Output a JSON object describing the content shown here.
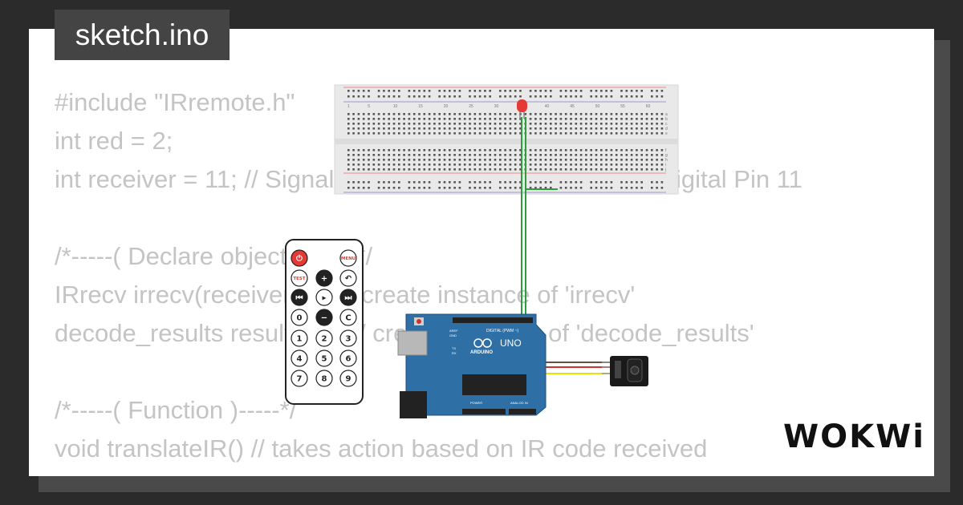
{
  "file_tab": {
    "title": "sketch.ino"
  },
  "brand": {
    "name": "WOKWi"
  },
  "code_lines": [
    "#include \"IRremote.h\"",
    "int red = 2;",
    "int receiver = 11; // Signal Pin of IR receiver to Arduino Digital Pin 11",
    "",
    "/*-----( Declare objects )-----*/",
    "IRrecv irrecv(receiver);     // create instance of 'irrecv'",
    "decode_results results;      // create instance of 'decode_results'",
    "",
    "/*-----( Function )-----*/",
    "void translateIR() // takes action based on IR code received"
  ],
  "remote": {
    "buttons": [
      {
        "label": "⏻",
        "color": "#e53935",
        "text_color": "#ffffff"
      },
      {
        "label": "MENU",
        "color": "#ffffff",
        "text_color": "#e53935"
      },
      {
        "label": "TEST",
        "color": "#ffffff",
        "text_color": "#e53935"
      },
      {
        "label": "+",
        "color": "#222222",
        "text_color": "#ffffff"
      },
      {
        "label": "↶",
        "color": "#ffffff",
        "text_color": "#222222"
      },
      {
        "label": "⏮",
        "color": "#222222",
        "text_color": "#ffffff"
      },
      {
        "label": "▸",
        "color": "#ffffff",
        "text_color": "#222222"
      },
      {
        "label": "⏭",
        "color": "#222222",
        "text_color": "#ffffff"
      },
      {
        "label": "0",
        "color": "#ffffff",
        "text_color": "#222222"
      },
      {
        "label": "−",
        "color": "#222222",
        "text_color": "#ffffff"
      },
      {
        "label": "C",
        "color": "#ffffff",
        "text_color": "#222222"
      },
      {
        "label": "1",
        "color": "#ffffff",
        "text_color": "#222222"
      },
      {
        "label": "2",
        "color": "#ffffff",
        "text_color": "#222222"
      },
      {
        "label": "3",
        "color": "#ffffff",
        "text_color": "#222222"
      },
      {
        "label": "4",
        "color": "#ffffff",
        "text_color": "#222222"
      },
      {
        "label": "5",
        "color": "#ffffff",
        "text_color": "#222222"
      },
      {
        "label": "6",
        "color": "#ffffff",
        "text_color": "#222222"
      },
      {
        "label": "7",
        "color": "#ffffff",
        "text_color": "#222222"
      },
      {
        "label": "8",
        "color": "#ffffff",
        "text_color": "#222222"
      },
      {
        "label": "9",
        "color": "#ffffff",
        "text_color": "#222222"
      }
    ]
  },
  "breadboard": {
    "column_numbers": [
      "1",
      "5",
      "10",
      "15",
      "20",
      "25",
      "30",
      "35",
      "40",
      "45",
      "50",
      "55",
      "60"
    ],
    "row_letters_top": [
      "a",
      "b",
      "c",
      "d",
      "e"
    ],
    "row_letters_bottom": [
      "f",
      "g",
      "h",
      "i",
      "j"
    ]
  },
  "arduino": {
    "board_name": "UNO",
    "brand": "ARDUINO",
    "digital_label": "DIGITAL (PWM ~)",
    "power_label": "POWER",
    "analog_label": "ANALOG IN",
    "tx_label": "TX",
    "rx_label": "RX",
    "aref_label": "AREF",
    "gnd_label": "GND"
  },
  "colors": {
    "background": "#2b2b2b",
    "card": "#ffffff",
    "code_text": "#c4c4c4",
    "arduino_blue": "#2e6fa6",
    "wire_green": "#2e9e3a",
    "wire_yellow": "#e8e200",
    "wire_red": "#d32f2f",
    "wire_brown": "#6d4c41",
    "led_red": "#e53935"
  }
}
